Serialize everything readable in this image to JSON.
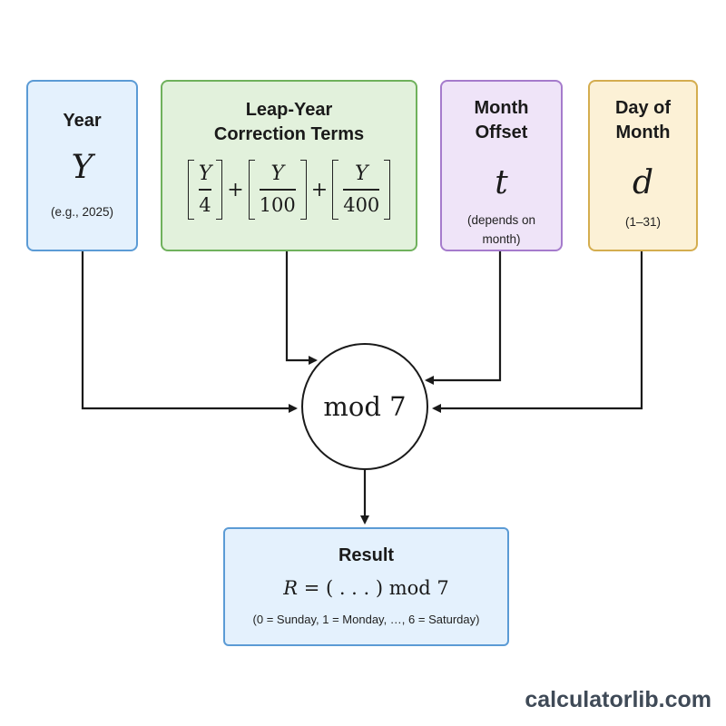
{
  "year": {
    "title": "Year",
    "symbol": "Y",
    "note": "(e.g., 2025)"
  },
  "leap_year": {
    "title_line1": "Leap-Year",
    "title_line2": "Correction Terms",
    "terms": [
      {
        "numerator": "Y",
        "denominator": "4"
      },
      {
        "numerator": "Y",
        "denominator": "100"
      },
      {
        "numerator": "Y",
        "denominator": "400"
      }
    ],
    "operator": "+"
  },
  "month_offset": {
    "title_line1": "Month",
    "title_line2": "Offset",
    "symbol": "t",
    "note_line1": "(depends on",
    "note_line2": "month)"
  },
  "day_of_month": {
    "title_line1": "Day of",
    "title_line2": "Month",
    "symbol": "d",
    "note": "(1–31)"
  },
  "modulo": {
    "label": "mod 7"
  },
  "result": {
    "title": "Result",
    "formula_var": "R",
    "formula_rest": " = ( . . . ) mod 7",
    "note": "(0 = Sunday, 1 = Monday, …, 6 = Saturday)"
  },
  "watermark": "calculatorlib.com",
  "colors": {
    "year": "#5b9bd5",
    "leap_year": "#6fb15c",
    "month_offset": "#a57bcc",
    "day_of_month": "#d4ad4f",
    "result": "#5b9bd5",
    "arrows": "#1a1a1a"
  }
}
